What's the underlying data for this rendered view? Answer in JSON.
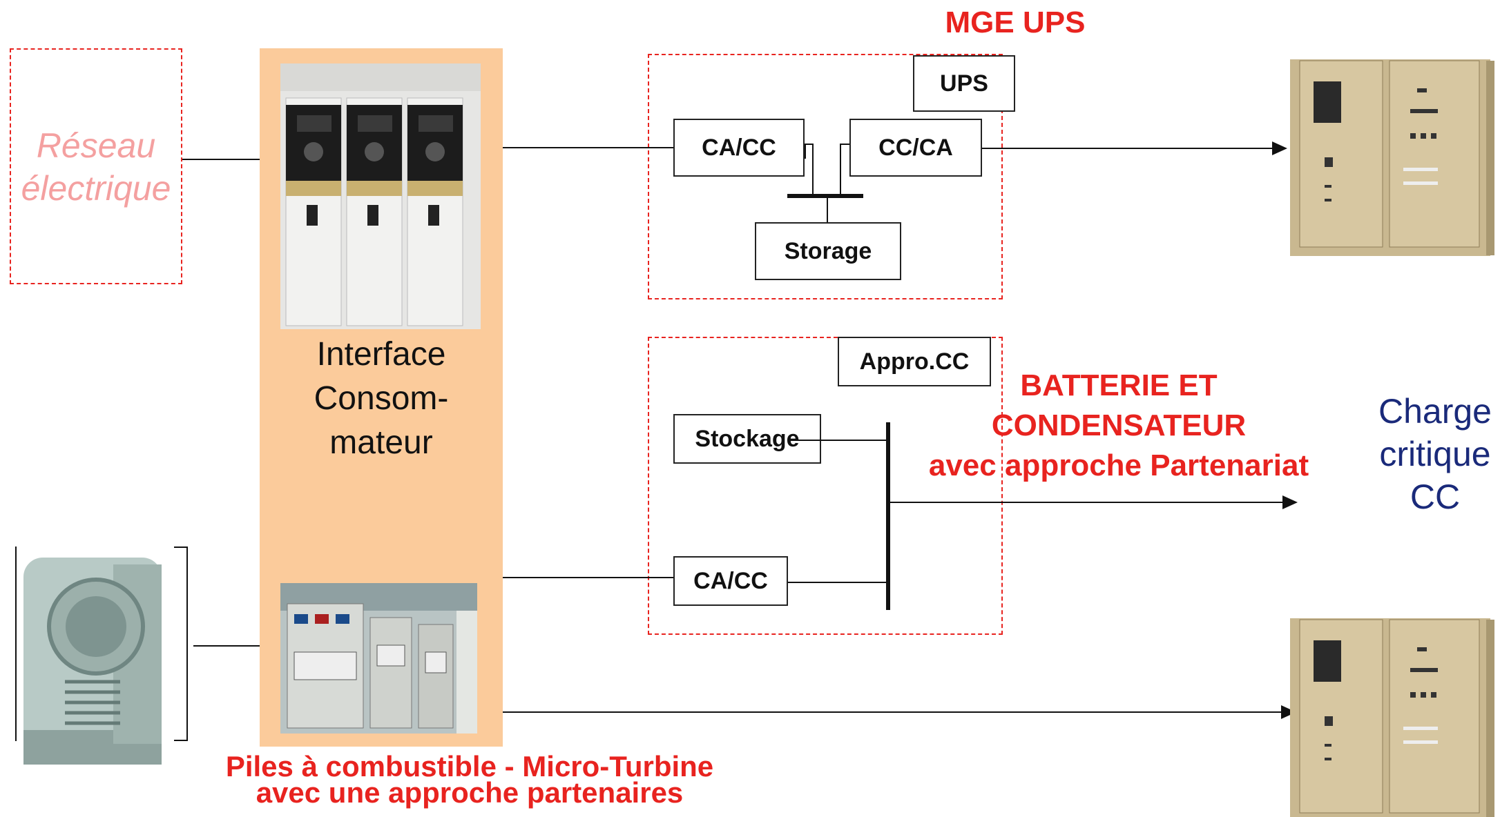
{
  "reseau": {
    "line1": "Réseau",
    "line2": "électrique"
  },
  "interface": {
    "line1": "Interface",
    "line2": "Consom-",
    "line3": "mateur"
  },
  "mge_ups": {
    "title": "MGE UPS",
    "ups_label": "UPS",
    "ca_cc": "CA/CC",
    "cc_ca": "CC/CA",
    "storage": "Storage"
  },
  "appro": {
    "label": "Appro.CC",
    "stockage": "Stockage",
    "ca_cc": "CA/CC",
    "title_line1": "BATTERIE ET",
    "title_line2": "CONDENSATEUR",
    "title_line3": "avec approche Partenariat"
  },
  "charge": {
    "line1": "Charge",
    "line2": "critique",
    "line3": "CC"
  },
  "piles": {
    "line1": "Piles à combustible - Micro-Turbine",
    "line2": "avec une approche partenaires"
  },
  "colors": {
    "accent_red": "#e8231f",
    "interface_orange": "#fbcb9b",
    "reseau_pink": "#f4a0a0",
    "charge_blue": "#1a2a7a"
  }
}
